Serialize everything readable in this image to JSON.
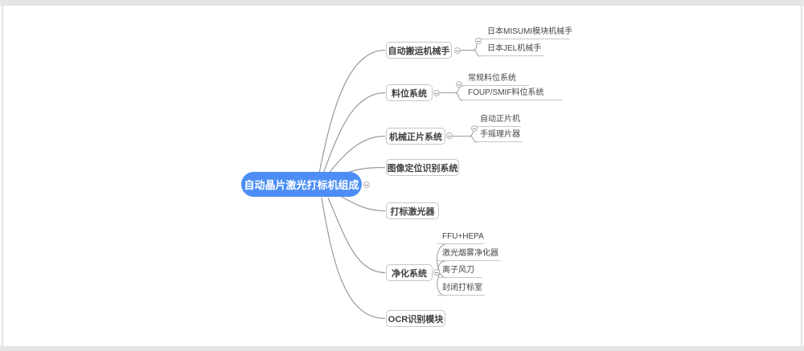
{
  "root": {
    "label": "自动晶片激光打标机组成"
  },
  "branches": [
    {
      "label": "自动搬运机械手",
      "children": [
        {
          "label": "日本MISUMI模块机械手"
        },
        {
          "label": "日本JEL机械手"
        }
      ]
    },
    {
      "label": "料位系统",
      "children": [
        {
          "label": "常规料位系统"
        },
        {
          "label": "FOUP/SMIF料位系统"
        }
      ]
    },
    {
      "label": "机械正片系统",
      "children": [
        {
          "label": "自动正片机"
        },
        {
          "label": "手摇理片器"
        }
      ]
    },
    {
      "label": "图像定位识别系统",
      "children": []
    },
    {
      "label": "打标激光器",
      "children": []
    },
    {
      "label": "净化系统",
      "children": [
        {
          "label": "FFU+HEPA"
        },
        {
          "label": "激光烟雾净化器"
        },
        {
          "label": "离子风刀"
        },
        {
          "label": "封闭打标室"
        }
      ]
    },
    {
      "label": "OCR识别模块",
      "children": []
    }
  ],
  "colors": {
    "root_bg": "#4C8EF5",
    "root_text": "#FFFFFF",
    "line": "#9A9A9A",
    "node_border": "#C6C6C6",
    "node_text": "#3F3F3F",
    "frame": "#E5E5E5"
  },
  "icons": {
    "collapse": "minus-circle"
  }
}
